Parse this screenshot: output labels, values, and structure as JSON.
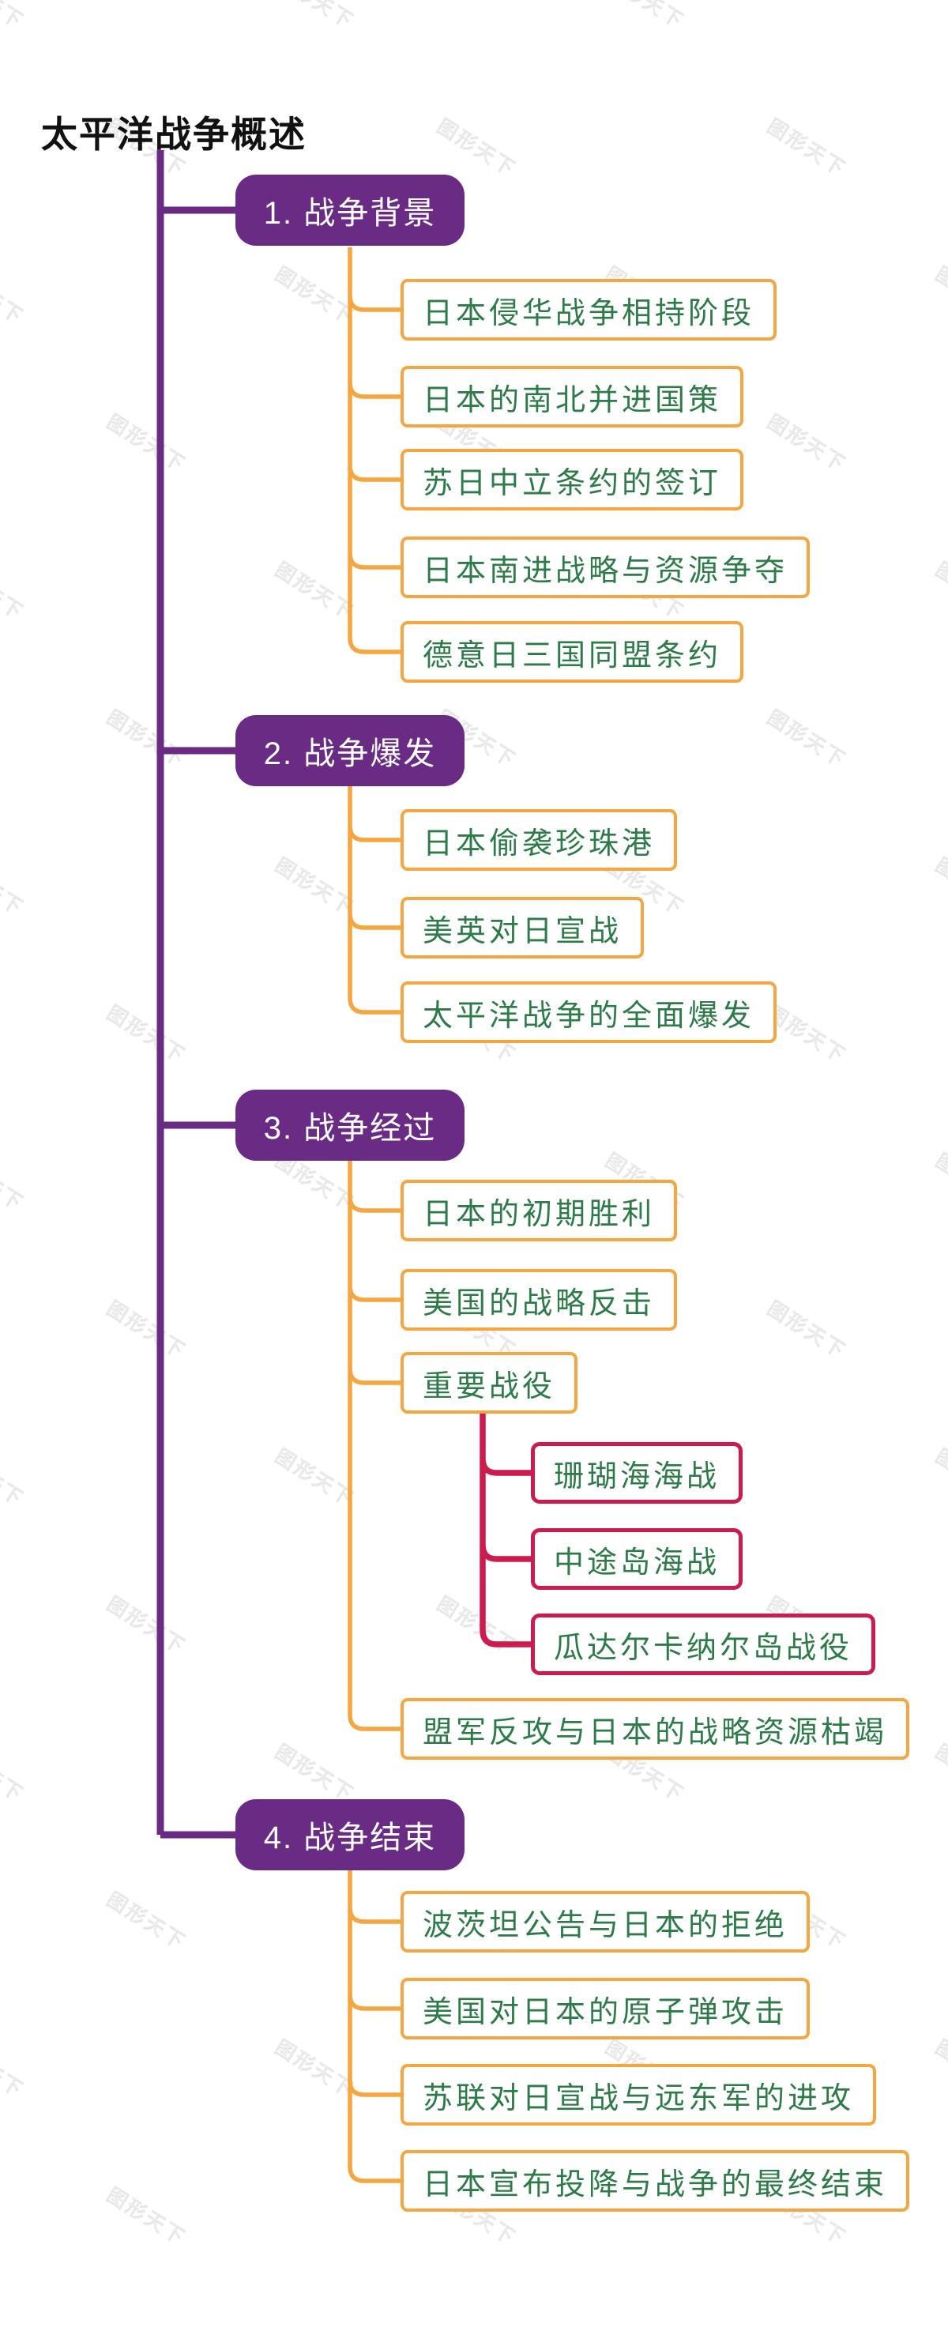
{
  "title": "太平洋战争概述",
  "watermark": {
    "text": "图形天下"
  },
  "colors": {
    "purple": "#6A2B85",
    "orange": "#F6A640",
    "green": "#2D7B48",
    "red": "#CB1B4F",
    "node_text": "#FFFFFF",
    "title_text": "#111111"
  },
  "branches": [
    {
      "label": "1. 战争背景",
      "children": [
        "日本侵华战争相持阶段",
        "日本的南北并进国策",
        "苏日中立条约的签订",
        "日本南进战略与资源争夺",
        "德意日三国同盟条约"
      ]
    },
    {
      "label": "2. 战争爆发",
      "children": [
        "日本偷袭珍珠港",
        "美英对日宣战",
        "太平洋战争的全面爆发"
      ]
    },
    {
      "label": "3. 战争经过",
      "children": [
        "日本的初期胜利",
        "美国的战略反击",
        "重要战役",
        "盟军反攻与日本的战略资源枯竭"
      ],
      "subtopics_parent": "重要战役",
      "subtopics": [
        "珊瑚海海战",
        "中途岛海战",
        "瓜达尔卡纳尔岛战役"
      ]
    },
    {
      "label": "4. 战争结束",
      "children": [
        "波茨坦公告与日本的拒绝",
        "美国对日本的原子弹攻击",
        "苏联对日宣战与远东军的进攻",
        "日本宣布投降与战争的最终结束"
      ]
    }
  ]
}
